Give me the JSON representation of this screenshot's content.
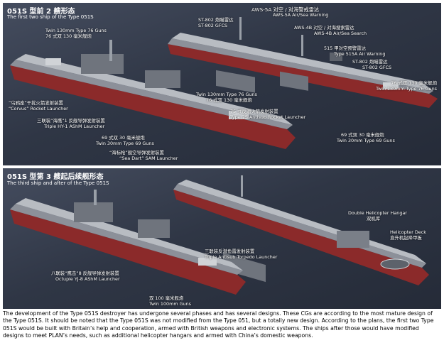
{
  "top_panel": {
    "title": "051S 型前 2 艘形态",
    "subtitle": "The first two ship of the Type 051S",
    "labels": {
      "twin130_left_en": "Twin 130mm Type 76 Guns",
      "twin130_left_cn": "76 式双 130 毫米舰炮",
      "aws5a_cn": "AWS-5A 对空 / 对海警戒雷达",
      "aws5a_en": "AWS-5A Air/Sea Warning",
      "st802_top_cn": "ST-802 炮瞄雷达",
      "st802_top_en": "ST-802 GFCS",
      "aws4b_cn": "AWS-4B 对空 / 对海搜索雷达",
      "aws4b_en": "AWS-4B Air/Sea Search",
      "r515_cn": "515 甲对空预警雷达",
      "r515_en": "Type 515A Air Warning",
      "st802_right_cn": "ST-802 炮瞄雷达",
      "st802_right_en": "ST-802 GFCS",
      "twin130_right_cn": "76 式双 130 毫米舰炮",
      "twin130_right_en": "Twin 130mm Type 76 Guns",
      "corvus_cn": "“乌鸦座”干扰火箭发射装置",
      "corvus_en": "“Corvus” Rocket Launcher",
      "hy1_cn": "三联装“海鹰”1 反舰导弹发射装置",
      "hy1_en": "Triple HY-1 AShM Launcher",
      "twin130_mid_en": "Twin 130mm Type 76 Guns",
      "twin130_mid_cn": "76 式双 130 毫米舰炮",
      "type75_cn": "75 式反潜火箭发射装置",
      "type75_en": "Type 75 Antisub Rocket Launcher",
      "twin30_left_cn": "69 式双 30 毫米舰炮",
      "twin30_left_en": "Twin 30mm Type 69 Guns",
      "twin30_right_cn": "69 式双 30 毫米舰炮",
      "twin30_right_en": "Twin 30mm Type 69 Guns",
      "seadart_cn": "“海标枪”舰空导弹发射装置",
      "seadart_en": "“Sea Dart” SAM Launcher"
    }
  },
  "bottom_panel": {
    "title": "051S 型第 3 艘起后续舰形态",
    "subtitle": "The third ship and after of the Type 051S",
    "labels": {
      "hangar_en": "Double Helicopter Hangar",
      "hangar_cn": "双机库",
      "deck_en": "Helicopter Deck",
      "deck_cn": "直升机起降甲板",
      "torpedo_cn": "三联装反潜鱼雷发射装置",
      "torpedo_en": "Triple Antisub Torpedo Launcher",
      "yj8_cn": "八联装“鹰击”8 反舰导弹发射装置",
      "yj8_en": "Octuple YJ-8 AShM Launcher",
      "twin100_cn": "双 100 毫米舰炮",
      "twin100_en": "Twin 100mm Guns"
    }
  },
  "caption": "The development of the Type 051S destroyer has undergone several phases and has several designs. These CGs are according to the most mature design of the Type 051S. It should be noted that the Type 051S was not modified from the Type 051, but a totally new design. According to the plans, the first two Type 051S would be built with Britain’s help and cooperation, armed with British weapons and electronic systems. The ships after those would have modified designs to meet PLAN’s needs, such as additional helicopter hangars and armed with China’s domestic weapons.",
  "colors": {
    "panel_bg": "#2f3645",
    "hull_grey": "#8c9099",
    "hull_red": "#8b2a2a",
    "deck": "#b8bcc2",
    "text": "#ffffff"
  }
}
